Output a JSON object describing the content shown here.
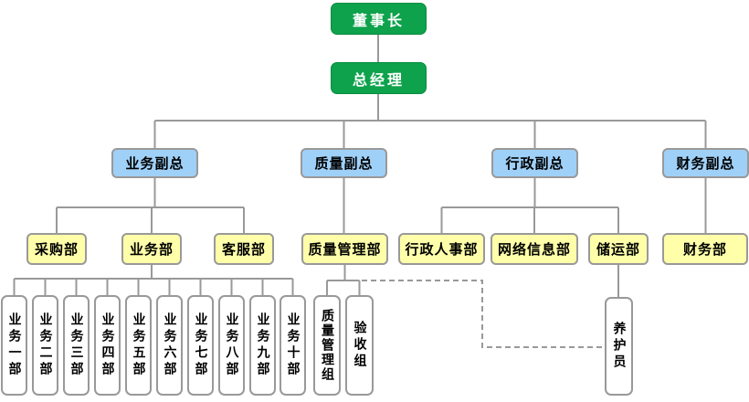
{
  "org": {
    "chairman": {
      "label": "董事长"
    },
    "general_manager": {
      "label": "总经理"
    },
    "vps": [
      {
        "label": "业务副总"
      },
      {
        "label": "质量副总"
      },
      {
        "label": "行政副总"
      },
      {
        "label": "财务副总"
      }
    ],
    "departments": [
      {
        "label": "采购部",
        "parent": "业务副总"
      },
      {
        "label": "业务部",
        "parent": "业务副总"
      },
      {
        "label": "客服部",
        "parent": "业务副总"
      },
      {
        "label": "质量管理部",
        "parent": "质量副总"
      },
      {
        "label": "行政人事部",
        "parent": "行政副总"
      },
      {
        "label": "网络信息部",
        "parent": "行政副总"
      },
      {
        "label": "储运部",
        "parent": "行政副总"
      },
      {
        "label": "财务部",
        "parent": "财务副总"
      }
    ],
    "business_units": [
      {
        "label": "业务一部",
        "parent": "业务部"
      },
      {
        "label": "业务二部",
        "parent": "业务部"
      },
      {
        "label": "业务三部",
        "parent": "业务部"
      },
      {
        "label": "业务四部",
        "parent": "业务部"
      },
      {
        "label": "业务五部",
        "parent": "业务部"
      },
      {
        "label": "业务六部",
        "parent": "业务部"
      },
      {
        "label": "业务七部",
        "parent": "业务部"
      },
      {
        "label": "业务八部",
        "parent": "业务部"
      },
      {
        "label": "业务九部",
        "parent": "业务部"
      },
      {
        "label": "业务十部",
        "parent": "业务部"
      }
    ],
    "quality_teams": [
      {
        "label": "质量管理组",
        "parent": "质量管理部"
      },
      {
        "label": "验收组",
        "parent": "质量管理部"
      }
    ],
    "storage_roles": [
      {
        "label": "养护员",
        "parent": "储运部"
      }
    ],
    "dashed_link": {
      "from": "质量管理部",
      "to": "养护员",
      "style": "dashed"
    }
  },
  "colors": {
    "executive_fill": "#0da24b",
    "executive_border": "#0b8c41",
    "executive_text": "#ffffff",
    "vp_fill": "#9fd0f8",
    "dept_fill": "#ffffaa",
    "team_fill": "#ffffff",
    "border": "#999999",
    "connector": "#999999",
    "text": "#000000",
    "background": "#ffffff"
  }
}
